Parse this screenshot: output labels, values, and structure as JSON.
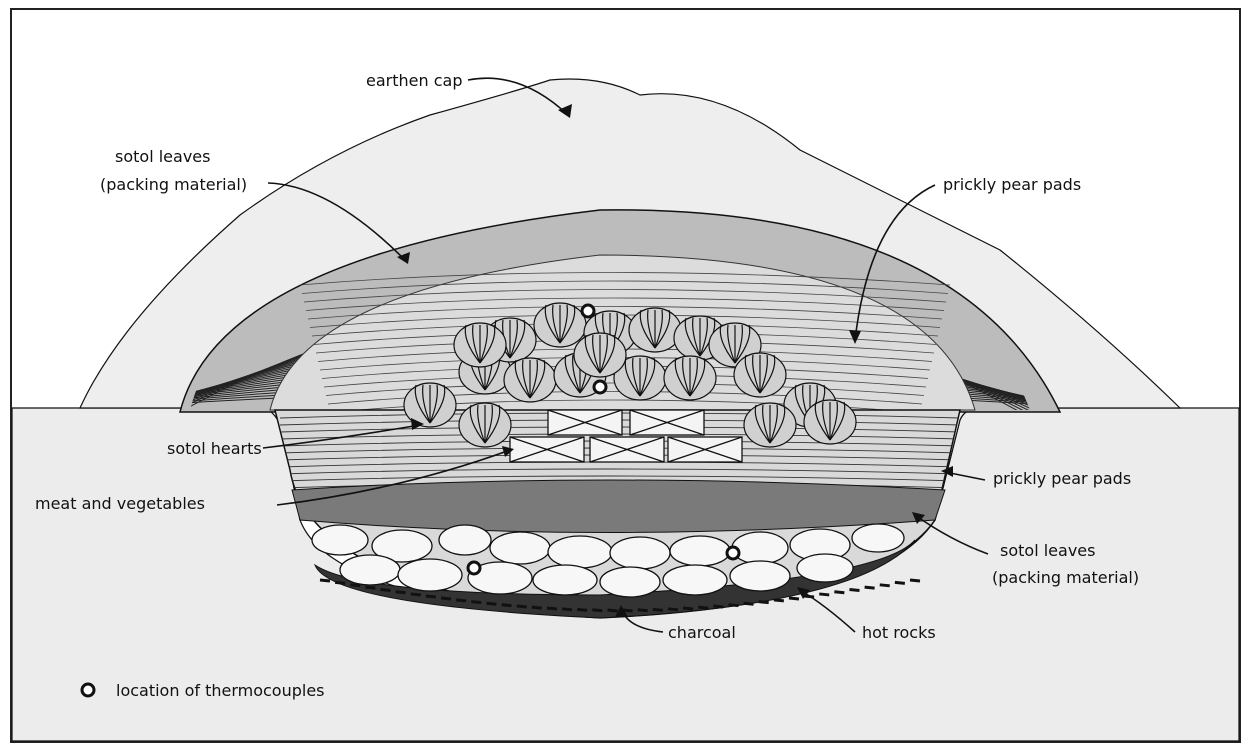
{
  "labels": {
    "earthen_cap": "earthen cap",
    "sotol_leaves_top_1": "sotol leaves",
    "sotol_leaves_top_2": "(packing material)",
    "prickly_pear_top": "prickly pear pads",
    "sotol_hearts": "sotol hearts",
    "meat_veg": "meat and vegetables",
    "prickly_pear_mid": "prickly pear pads",
    "sotol_leaves_bottom_1": "sotol leaves",
    "sotol_leaves_bottom_2": "(packing material)",
    "hot_rocks": "hot rocks",
    "charcoal": "charcoal"
  },
  "legend": {
    "symbol": "thermocouple-marker",
    "text": "location of thermocouples"
  },
  "colors": {
    "ink": "#111111",
    "soil": "#ececec",
    "mound": "#eeeeee",
    "rock": "#f5f5f5"
  }
}
